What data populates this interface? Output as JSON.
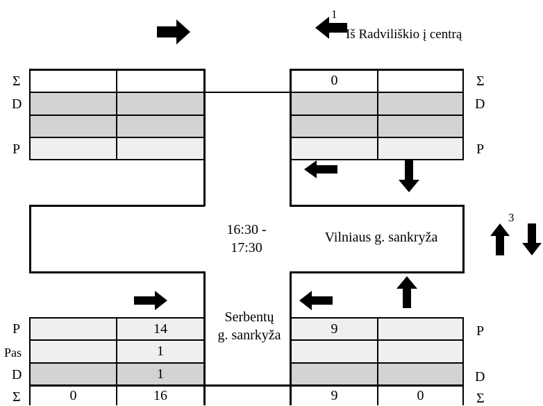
{
  "route_label": "Iš Radviliškio į centrą",
  "route_number": "1",
  "side_number": "3",
  "time_range": "16:30 -\n17:30",
  "top_intersection": "Vilniaus g. sankryža",
  "bottom_intersection": "Serbentų\ng. sanrkyža",
  "top_left": {
    "row_labels": [
      "Σ",
      "D",
      "",
      "P"
    ],
    "rows": [
      [
        "",
        ""
      ],
      [
        "",
        ""
      ],
      [
        "",
        ""
      ],
      [
        "",
        ""
      ]
    ]
  },
  "top_right": {
    "row_labels": [
      "Σ",
      "D",
      "",
      "P"
    ],
    "rows": [
      [
        "0",
        ""
      ],
      [
        "",
        ""
      ],
      [
        "",
        ""
      ],
      [
        "",
        ""
      ]
    ]
  },
  "bottom_left": {
    "row_labels": [
      "P",
      "Pas",
      "D",
      "Σ"
    ],
    "rows": [
      [
        "",
        "14"
      ],
      [
        "",
        "1"
      ],
      [
        "",
        "1"
      ],
      [
        "0",
        "16"
      ]
    ]
  },
  "bottom_right": {
    "row_labels": [
      "P",
      "",
      "D",
      "Σ"
    ],
    "rows": [
      [
        "9",
        ""
      ],
      [
        "",
        ""
      ],
      [
        "",
        ""
      ],
      [
        "9",
        "0"
      ]
    ]
  },
  "colors": {
    "dark_fill": "#d3d3d3",
    "light_fill": "#efefef",
    "white": "#ffffff",
    "line": "#000000"
  }
}
